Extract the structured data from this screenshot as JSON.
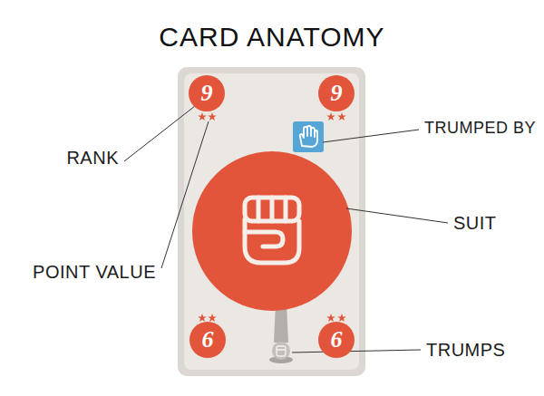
{
  "diagram": {
    "title": "CARD ANATOMY",
    "nodes": [
      {
        "text": [
          "9"
        ]
      },
      {
        "text": [
          "9"
        ]
      },
      {
        "text": [
          "6"
        ]
      },
      {
        "text": [
          "6"
        ]
      }
    ],
    "labels": [
      "TRUMPED BY",
      "RANK",
      "SUIT",
      "POINT VALUE",
      "TRUMPS"
    ]
  }
}
